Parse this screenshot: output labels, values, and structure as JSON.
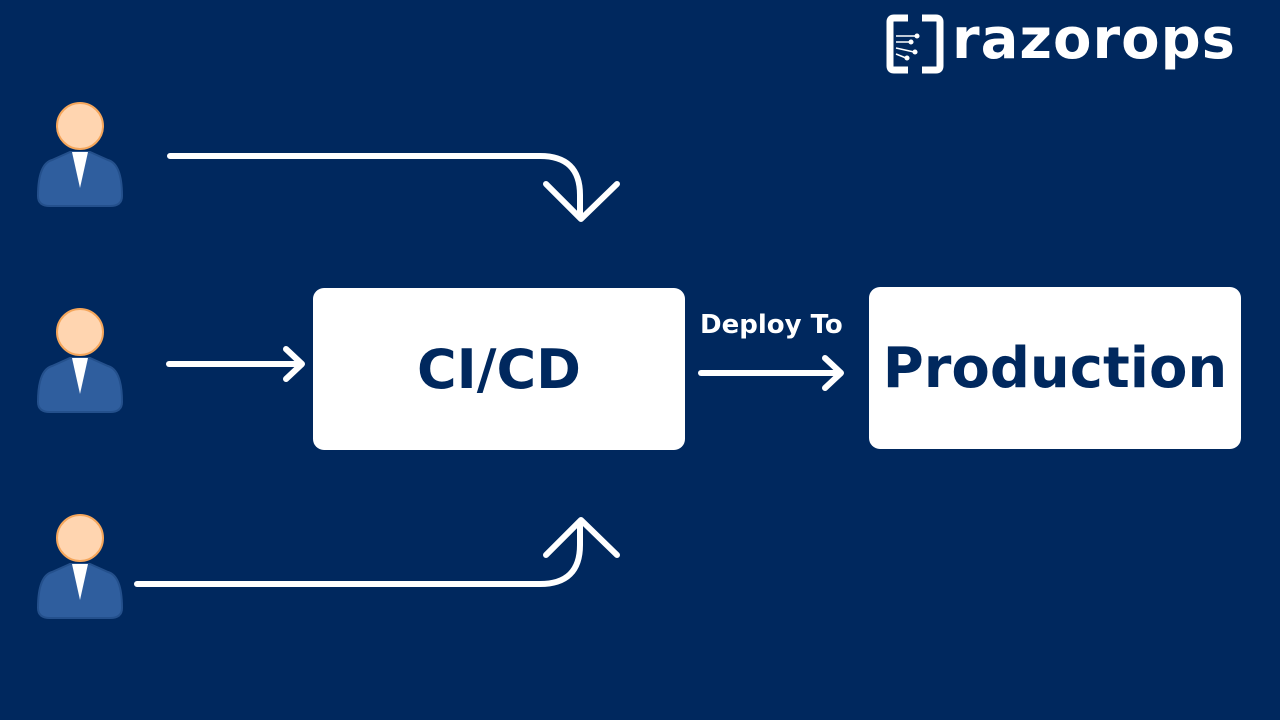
{
  "logo": {
    "text": "razorops"
  },
  "nodes": {
    "cicd": "CI/CD",
    "production": "Production"
  },
  "edge_label": "Deploy To",
  "colors": {
    "background": "#00285e",
    "box": "#ffffff",
    "suit": "#2f5e9e",
    "skin": "#ffd5b0"
  }
}
